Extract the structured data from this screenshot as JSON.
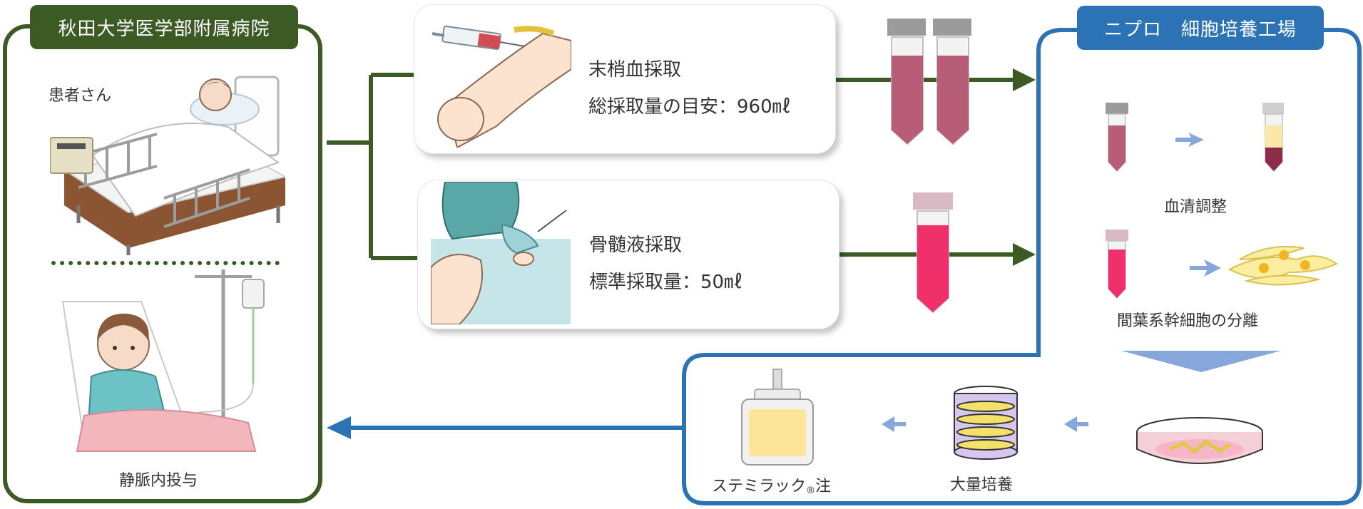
{
  "hospital": {
    "title": "秋田大学医学部附属病院",
    "patient_label": "患者さん",
    "infusion_label": "静脈内投与"
  },
  "procedures": {
    "blood": {
      "title": "末梢血採取",
      "amount": "総採取量の目安：960㎖"
    },
    "marrow": {
      "title": "骨髄液採取",
      "amount": "標準採取量：50㎖"
    }
  },
  "factory": {
    "title": "ニプロ　細胞培養工場",
    "serum_label": "血清調整",
    "msc_label": "間葉系幹細胞の分離",
    "culture_label": "大量培養",
    "product_label": "ステミラック",
    "product_mark": "®",
    "product_suffix": "注"
  },
  "colors": {
    "hospital_green": "#3b5a24",
    "factory_blue": "#2c73b5",
    "blood_tube": "#b85d78",
    "marrow_tube": "#f0306a",
    "light_arrow": "#86a6dc"
  }
}
